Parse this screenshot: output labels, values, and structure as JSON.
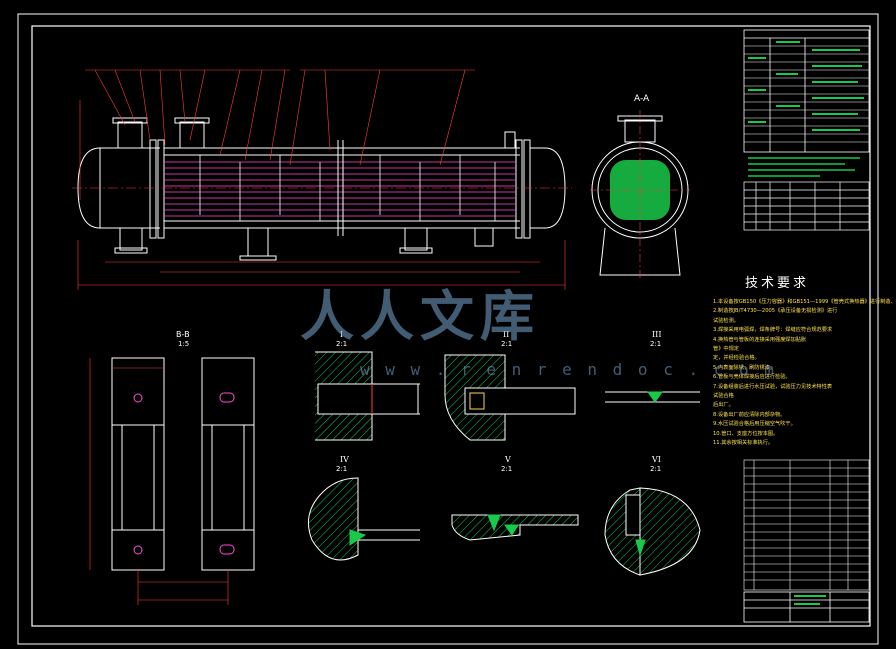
{
  "drawing": {
    "section_labels": {
      "aa": "A-A",
      "bb": "B-B",
      "scale_bb": "1:5",
      "d1": "I",
      "d2": "II",
      "d3": "III",
      "d4": "IV",
      "d5": "V",
      "d6": "VI",
      "scale_1": "2:1",
      "scale_2": "2:1",
      "scale_3": "2:1",
      "scale_4": "2:1",
      "scale_5": "2:1",
      "scale_6": "2:1"
    },
    "tech_title": "技术要求",
    "tech_lines": [
      "1.本设备按GB150《压力容器》和GB151—1999《管壳式换热器》进行制造、",
      "2.制造按JB/T4730—2005《承压设备无损检测》进行",
      "  试验检测。",
      "3.焊接采用电弧焊，焊条牌号：焊缝应符合规范要求",
      "4.换热管与管板的连接采用强度焊加贴胀",
      "  管》中规定",
      "  定，并经检验合格。",
      "5.内表面除锈，刷防锈漆。",
      "6.管板与壳体焊接后应进行检验。",
      "7.设备组装后进行水压试验，试验压力见技术特性表",
      "  试验合格",
      "  后出厂。",
      "8.设备出厂前应清除内部杂物。",
      "9.水压试验合格后用压缩空气吹干。",
      "10.管口、支座方位按本图。",
      "11.其余按相关标准执行。"
    ],
    "watermark": {
      "main": "人人文库",
      "url": "w w w . r e n r e n d o c . c o m"
    }
  }
}
